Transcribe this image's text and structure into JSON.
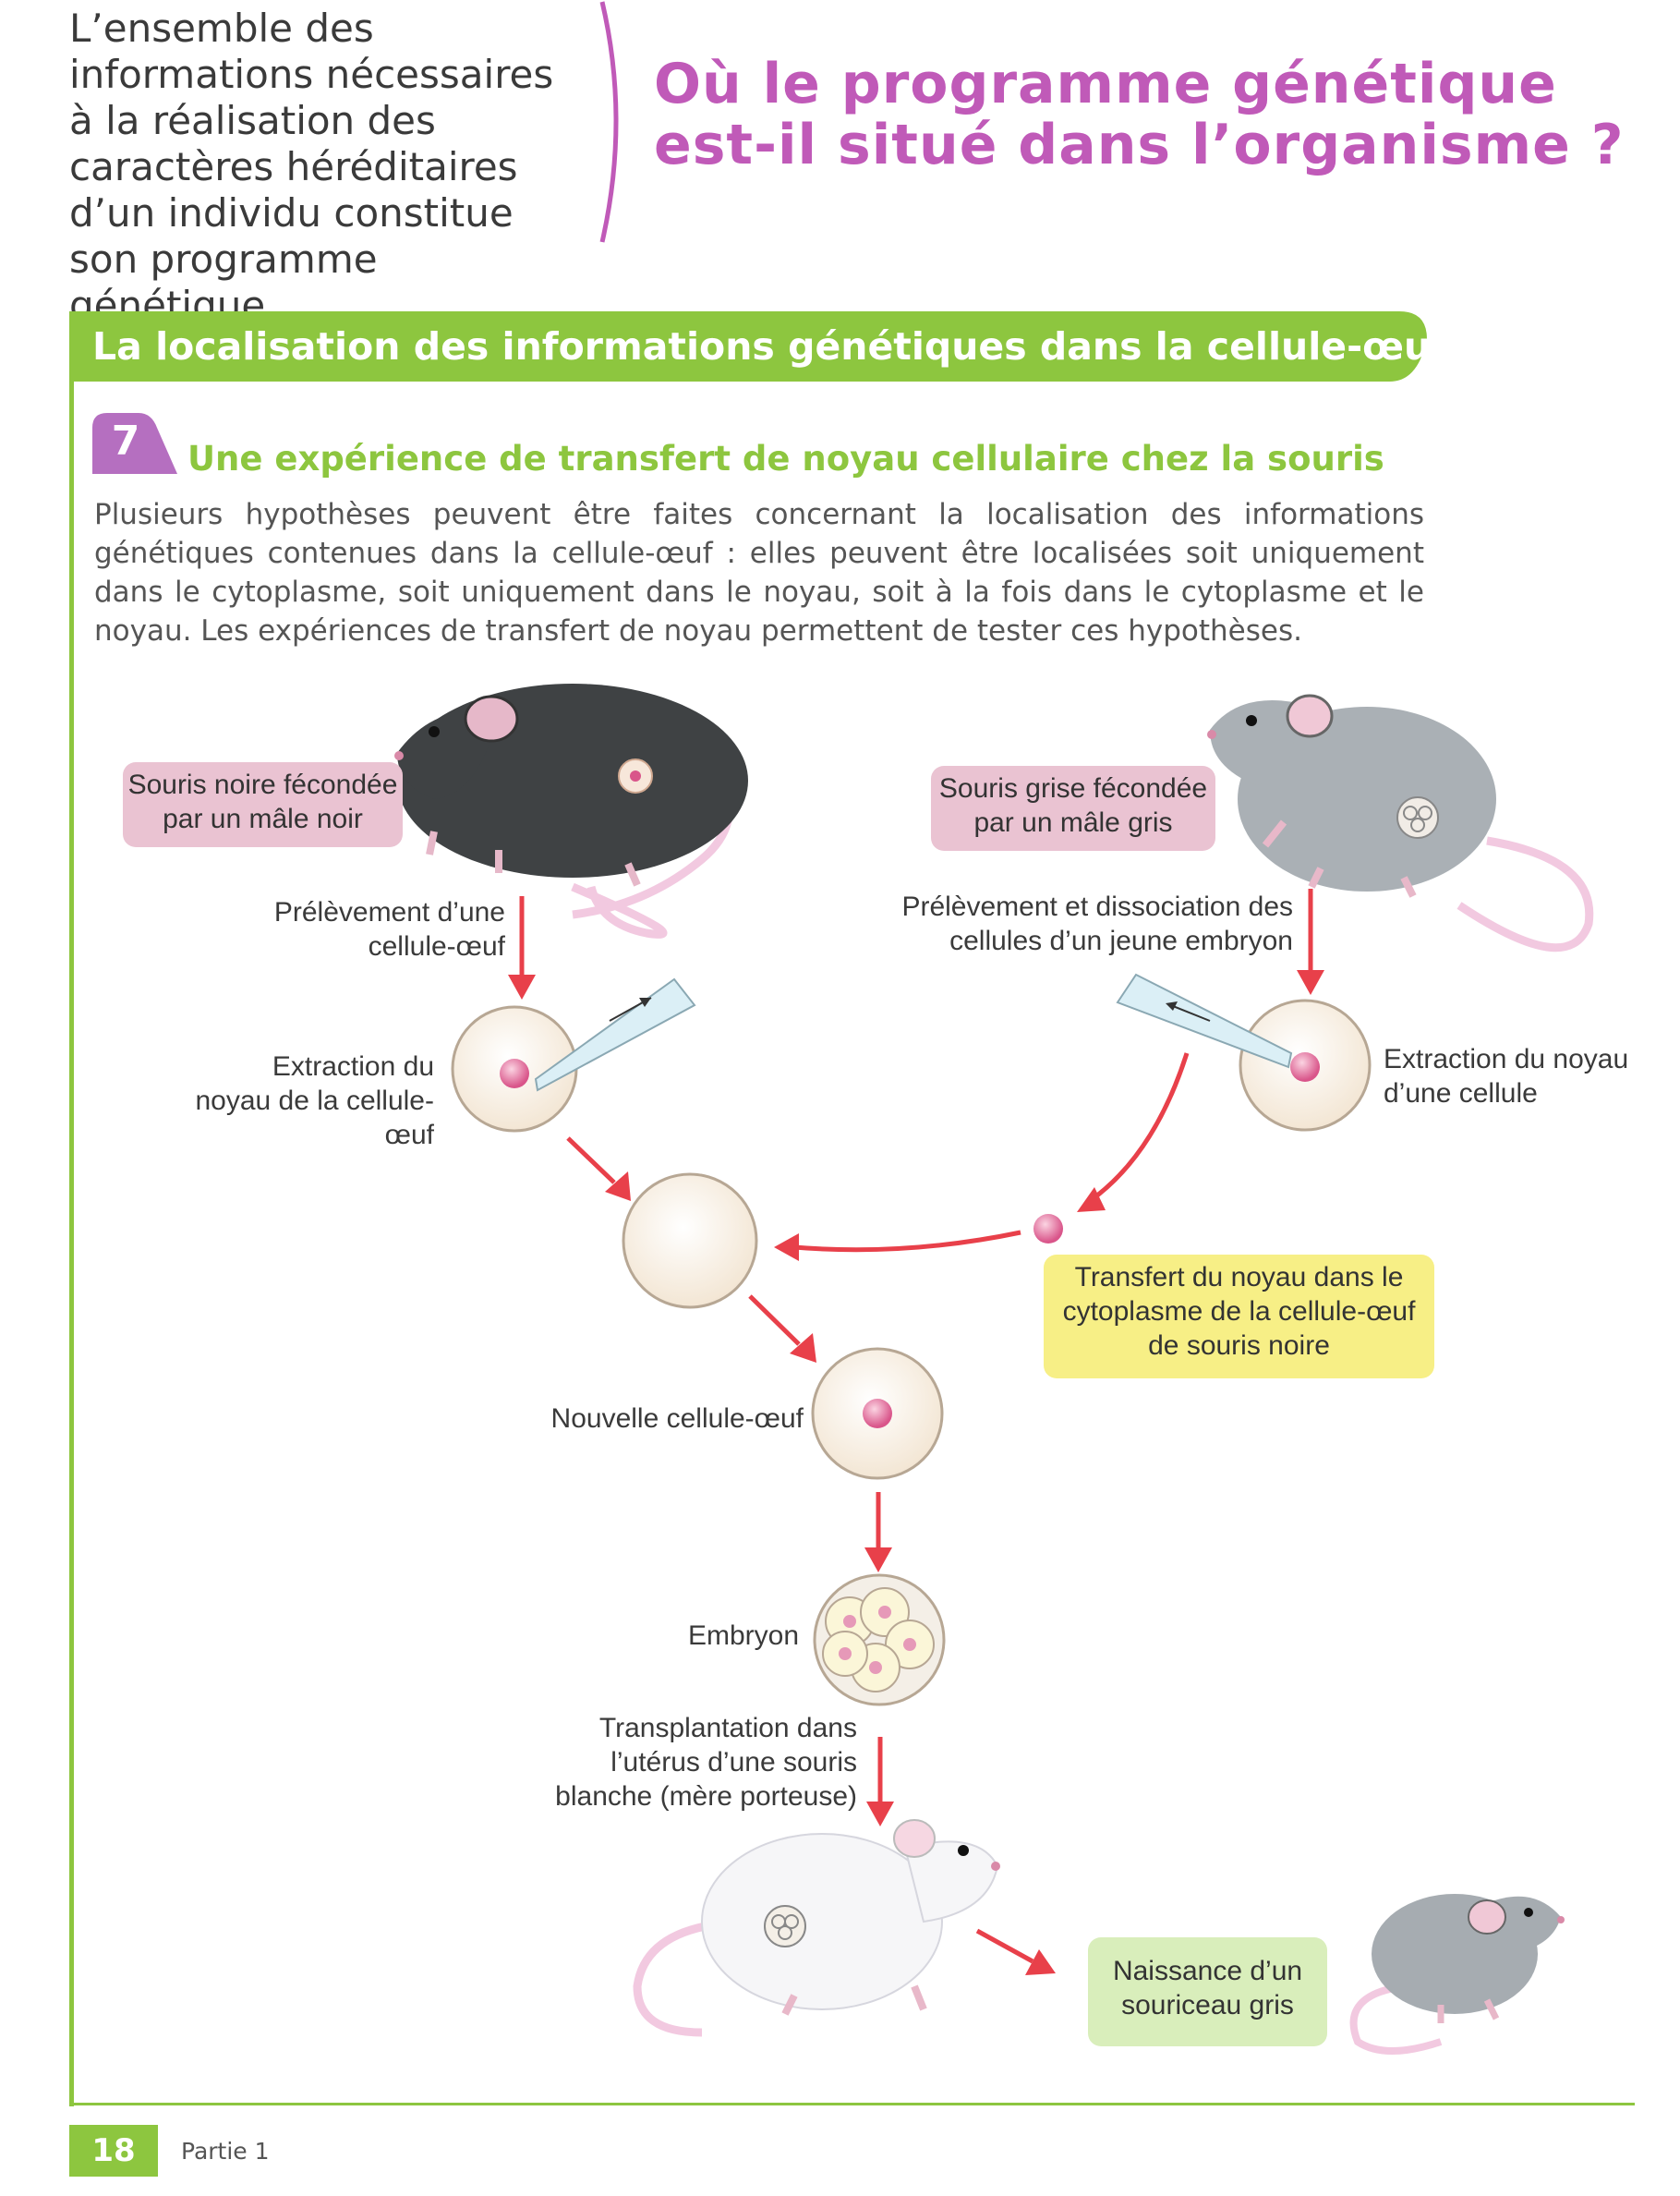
{
  "header": {
    "intro": "L’ensemble des informations nécessaires à la réalisation des caractères héréditaires d’un individu constitue son programme génétique.",
    "question": "Où le programme génétique est-il situé dans l’organisme ?"
  },
  "section": {
    "title": "La localisation des informations génétiques dans la cellule-œuf"
  },
  "document": {
    "number": "7",
    "title": "Une expérience de transfert de noyau cellulaire chez la souris",
    "text": "Plusieurs hypothèses peuvent être faites concernant la localisation des informations génétiques contenues dans la cellule-œuf : elles peuvent être localisées soit uniquement dans le cytoplasme, soit uniquement dans le noyau, soit à la fois dans le cytoplasme et le noyau. Les expériences de transfert de noyau permettent de tester ces hypothèses."
  },
  "diagram": {
    "black_mouse": "Souris noire fécondée par un mâle noir",
    "grey_mouse": "Souris grise fécondée par un mâle gris",
    "sampling_egg": "Prélèvement d’une cellule-œuf",
    "sampling_embryo": "Prélèvement et dissociation des cellules d’un jeune embryon",
    "extraction_egg": "Extraction du noyau de la cellule-œuf",
    "extraction_cell": "Extraction du noyau d’une cellule",
    "transfer": "Transfert du noyau dans le cytoplasme de la cellule-œuf de souris noire",
    "new_egg": "Nouvelle cellule-œuf",
    "embryo": "Embryon",
    "transplant": "Transplantation dans l’utérus d’une souris blanche (mère porteuse)",
    "birth": "Naissance d’un souriceau gris"
  },
  "footer": {
    "page_number": "18",
    "part": "Partie 1"
  },
  "colors": {
    "accent_green": "#8dc63f",
    "title_purple": "#c05ab8",
    "arrow_red": "#e8404a",
    "label_pink": "#eac3d2",
    "label_yellow": "#f7ef86",
    "label_green": "#d9eebb"
  }
}
